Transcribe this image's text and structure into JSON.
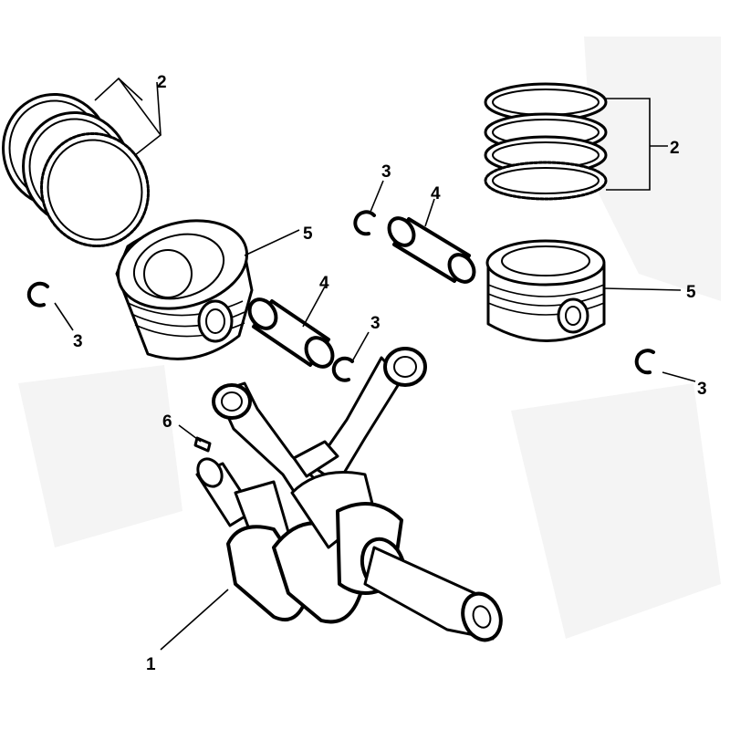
{
  "callouts": {
    "ring_set_left": "2",
    "ring_set_right": "2",
    "clip_upper_center": "3",
    "clip_left": "3",
    "clip_center": "3",
    "clip_right": "3",
    "pin_upper_right": "4",
    "pin_center_left": "4",
    "piston_left": "5",
    "piston_right": "5",
    "key": "6",
    "crankshaft": "1"
  }
}
